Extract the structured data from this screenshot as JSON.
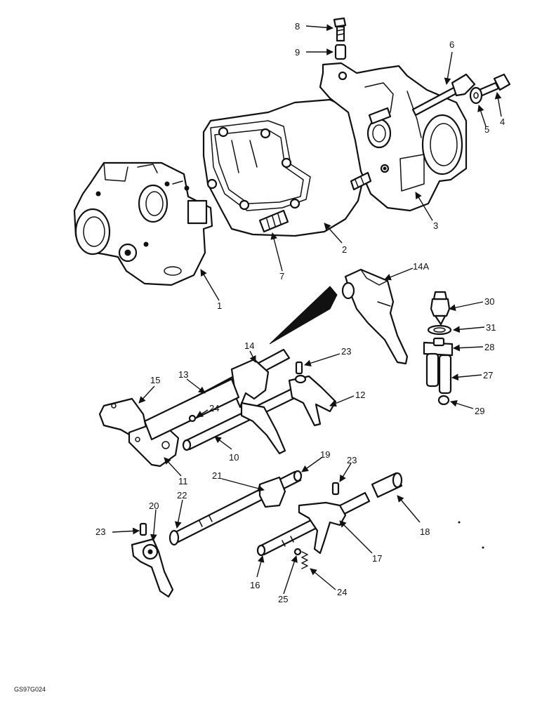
{
  "callouts": {
    "c1": "1",
    "c2": "2",
    "c3": "3",
    "c4": "4",
    "c5": "5",
    "c6": "6",
    "c7": "7",
    "c8": "8",
    "c9": "9",
    "c10": "10",
    "c11": "11",
    "c12": "12",
    "c13": "13",
    "c14": "14",
    "c14a": "14A",
    "c15": "15",
    "c16": "16",
    "c17": "17",
    "c18": "18",
    "c19": "19",
    "c20": "20",
    "c21": "21",
    "c22": "22",
    "c23a": "23",
    "c23b": "23",
    "c23c": "23",
    "c24a": "24",
    "c24b": "24",
    "c25": "25",
    "c27": "27",
    "c28": "28",
    "c29": "29",
    "c30": "30",
    "c31": "31"
  },
  "drawing_code": "GS97G024"
}
